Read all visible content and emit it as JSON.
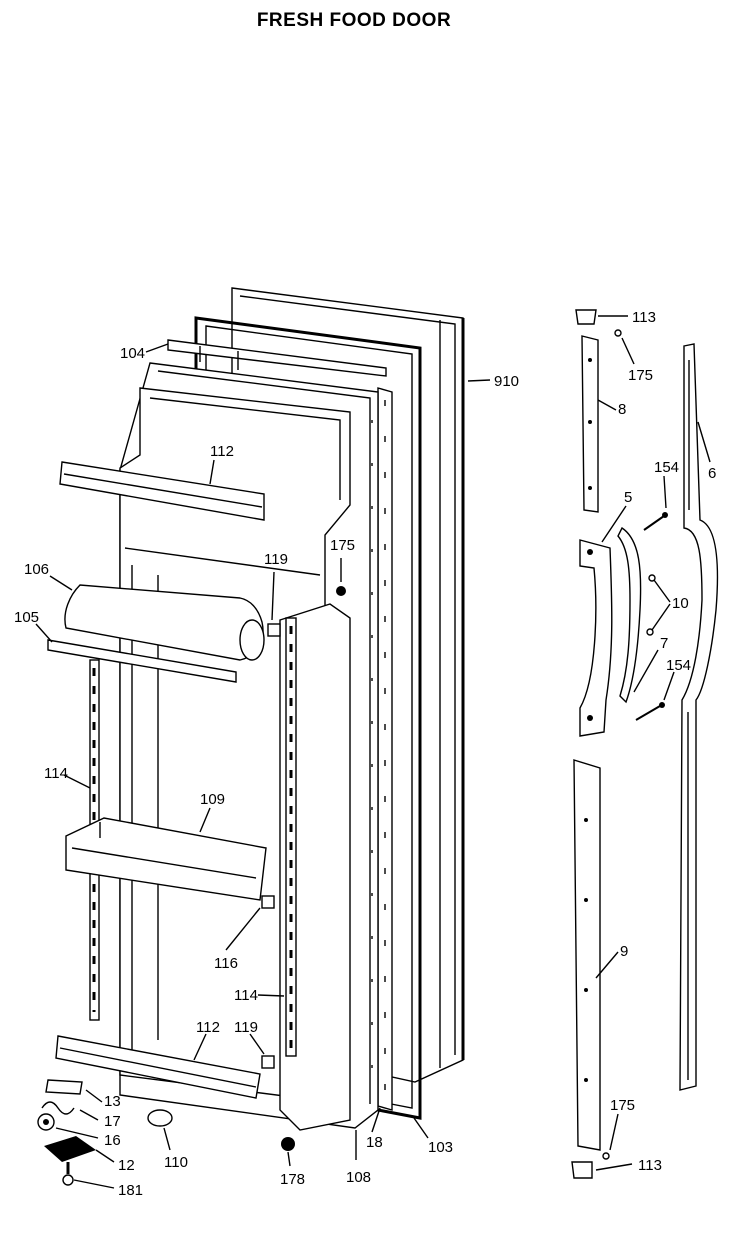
{
  "title": "FRESH FOOD DOOR",
  "callouts": {
    "c910": "910",
    "c104": "104",
    "c112_top": "112",
    "c175_left": "175",
    "c119_top": "119",
    "c106": "106",
    "c105": "105",
    "c114_left": "114",
    "c109": "109",
    "c116": "116",
    "c114_right": "114",
    "c112_bottom": "112",
    "c119_bottom": "119",
    "c13": "13",
    "c17": "17",
    "c16": "16",
    "c12": "12",
    "c181": "181",
    "c110": "110",
    "c178": "178",
    "c108": "108",
    "c18": "18",
    "c103": "103",
    "c113_top": "113",
    "c175_top": "175",
    "c8": "8",
    "c154_top": "154",
    "c6": "6",
    "c5": "5",
    "c10": "10",
    "c7": "7",
    "c154_bottom": "154",
    "c9": "9",
    "c175_bottom": "175",
    "c113_bottom": "113"
  }
}
